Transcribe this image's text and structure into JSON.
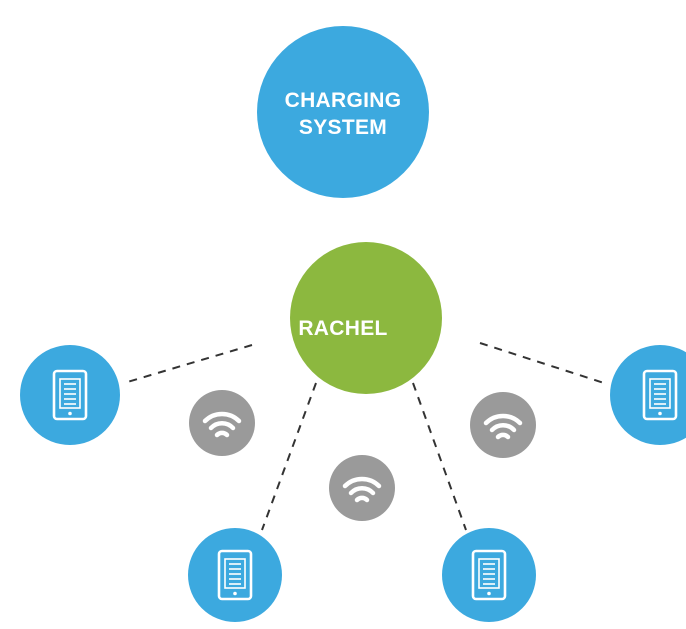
{
  "nodes": {
    "charging_system": {
      "label_line1": "CHARGING",
      "label_line2": "SYSTEM"
    },
    "rachel": {
      "label": "RACHEL"
    }
  },
  "colors": {
    "blue_node": "#3ca9df",
    "green_node": "#8cb83f",
    "wifi_badge": "#9a9a9a",
    "dash_line": "#333333",
    "white": "#ffffff"
  },
  "icons": {
    "device": "tablet-icon",
    "wireless": "wifi-icon"
  }
}
